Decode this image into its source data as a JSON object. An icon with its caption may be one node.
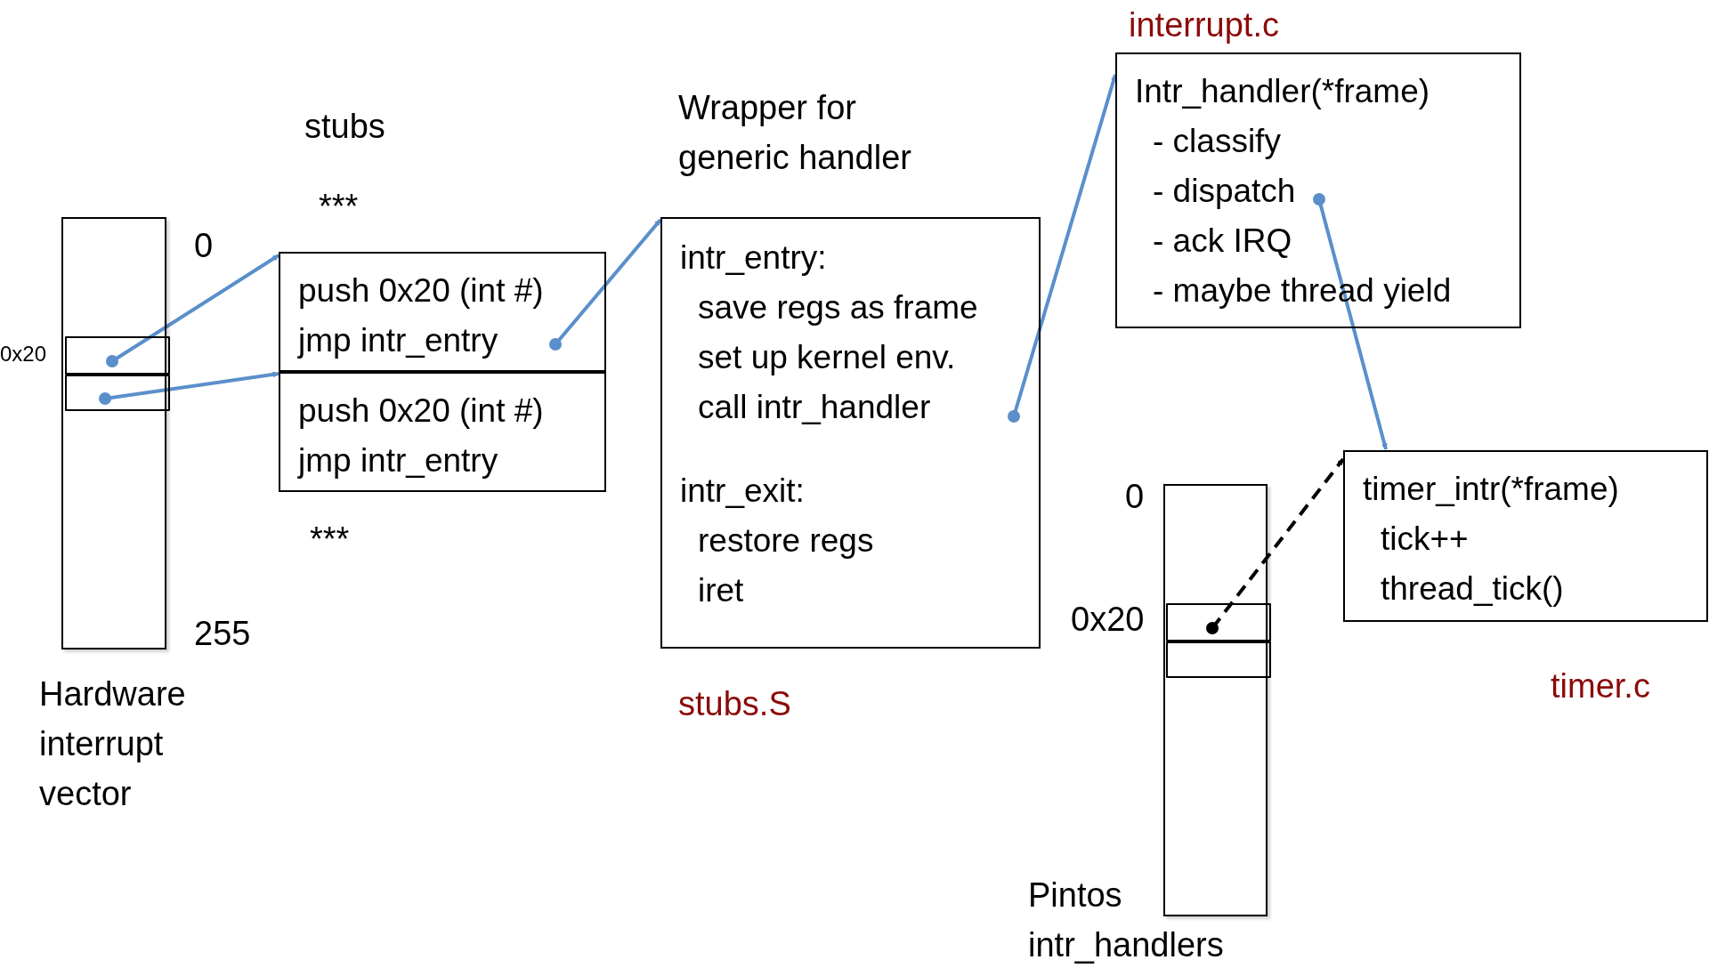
{
  "diagram": {
    "nodes": [
      {
        "text": [],
        "shape": "bar",
        "beside": [
          "0",
          "255",
          "Hardware interrupt vector"
        ]
      },
      {
        "text": [],
        "shape": "box",
        "in": 0,
        "beside": [
          "0x20"
        ]
      },
      {
        "text": [],
        "shape": "box",
        "in": 0
      },
      {
        "text": [
          "push 0x20 (int #)",
          "jmp intr_entry"
        ]
      },
      {
        "text": [
          "push 0x20 (int #)",
          "jmp intr_entry"
        ]
      },
      {
        "text": [
          "intr_entry:",
          "save regs as frame",
          "set up kernel env.",
          "call intr_handler",
          "intr_exit:",
          "restore regs",
          "iret"
        ],
        "beside": [
          "Wrapper for generic handler",
          "stubs.S"
        ]
      },
      {
        "text": [
          "Intr_handler(*frame)",
          "- classify",
          "- dispatch",
          "- ack IRQ",
          "- maybe thread yield"
        ],
        "beside": [
          "interrupt.c"
        ]
      },
      {
        "text": [
          "timer_intr(*frame)",
          "tick++",
          "thread_tick()"
        ],
        "beside": [
          "timer.c"
        ]
      },
      {
        "text": [],
        "shape": "bar",
        "beside": [
          "0",
          "Pintos intr_handlers"
        ]
      },
      {
        "text": [],
        "shape": "box",
        "in": 8,
        "beside": [
          "0x20"
        ]
      },
      {
        "text": [],
        "shape": "box",
        "in": 8
      }
    ],
    "edges": [
      {
        "from": 1,
        "to": 3,
        "arrow": "to"
      },
      {
        "from": 2,
        "to": 4,
        "arrow": "to"
      },
      {
        "from": 3,
        "to": 5,
        "arrow": "to"
      },
      {
        "from": 5,
        "to": 6,
        "arrow": "to"
      },
      {
        "from": 6,
        "to": 7,
        "arrow": "to"
      },
      {
        "from": 9,
        "to": 7,
        "arrow": "to",
        "style": "dashed",
        "color": "#000000"
      }
    ],
    "labels": [
      "stubs",
      "***",
      "***"
    ]
  }
}
